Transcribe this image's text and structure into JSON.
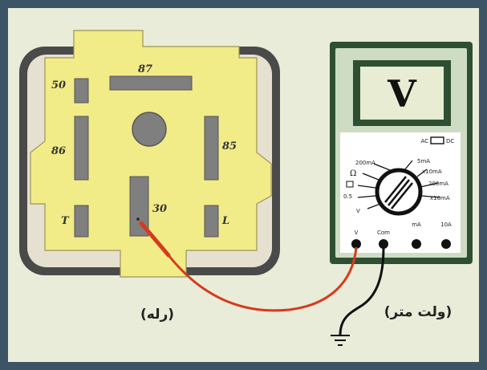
{
  "relay": {
    "pins": {
      "p87": "87",
      "p50": "50",
      "p86": "86",
      "p85": "85",
      "p30": "30",
      "pT": "T",
      "pL": "L"
    },
    "caption": "(رله)"
  },
  "meter": {
    "display": "V",
    "caption": "(ولت متر)",
    "mode_labels": {
      "ac": "AC",
      "dc": "DC",
      "r1": "200mA",
      "r2": "5mA",
      "r3": "x10mA",
      "r4": "200mA",
      "r5": "x10mA",
      "l1": "0.5",
      "l2": "V"
    },
    "jacks": {
      "v": "V",
      "com": "Com",
      "ma": "mA",
      "a10": "10A"
    }
  },
  "colors": {
    "background": "#e8ecd8",
    "frame": "#3c5466",
    "relay_body": "#f2ec88",
    "relay_border": "#4a4a4a",
    "pin": "#7f7f7f",
    "meter_body": "#cfdcc4",
    "meter_border": "#2f4f33",
    "red_lead": "#d63a1e",
    "black_lead": "#111111"
  }
}
